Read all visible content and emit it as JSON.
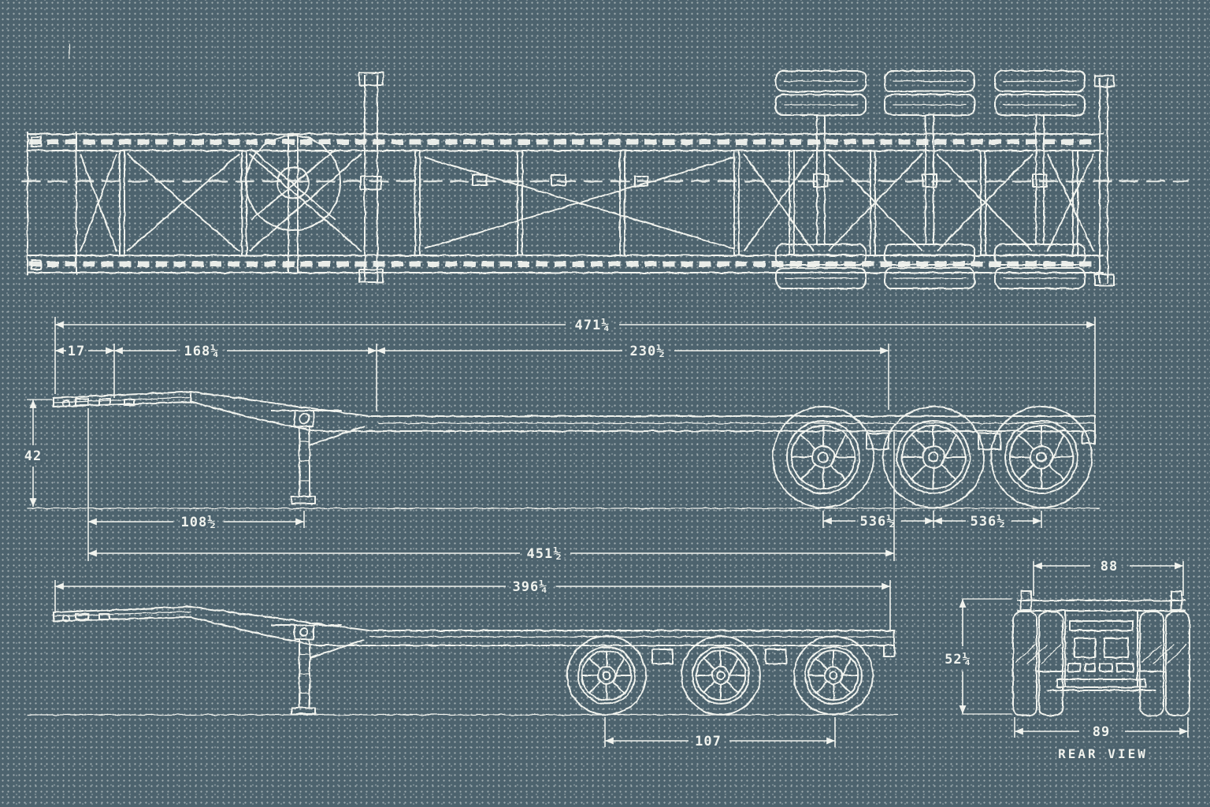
{
  "blueprint": {
    "colors": {
      "background": "#4d636e",
      "line": "#f1f3ee"
    },
    "side_view": {
      "dims": {
        "overall_length": "471¼",
        "front_overhang": "17",
        "neck_length": "168¼",
        "rear_section_length": "230½",
        "deck_height": "42",
        "front_to_landing_gear": "108½",
        "axle_spacing_1": "536½",
        "axle_spacing_2": "536½",
        "lower_overall": "451½"
      }
    },
    "lower_side_view": {
      "dims": {
        "deck_length": "396¼",
        "axle_group_spread": "107"
      }
    },
    "rear_view": {
      "label": "REAR VIEW",
      "dims": {
        "upper_width": "88",
        "overall_width": "89",
        "body_height": "52¼"
      }
    }
  }
}
